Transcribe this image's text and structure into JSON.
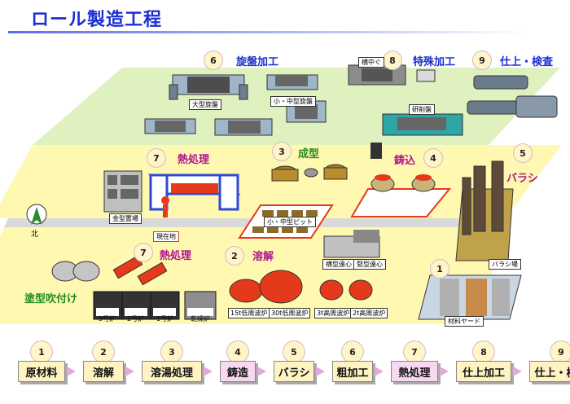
{
  "title": "ロール製造工程",
  "area_labels": {
    "lathe": "旋盤加工",
    "special": "特殊加工",
    "finish": "仕上・検査",
    "heat_upper": "熱処理",
    "molding": "成型",
    "casting": "鋳込",
    "barashi": "バラシ",
    "heat_lower": "熱処理",
    "melting": "溶解",
    "coating": "塗型吹付け"
  },
  "step_numbers": {
    "lathe": "6",
    "special": "8",
    "finish": "9",
    "heat_upper": "7",
    "molding": "3",
    "casting": "4",
    "barashi": "5",
    "heat_lower": "7",
    "melting": "2",
    "material": "1"
  },
  "equipment": {
    "large_lathe": "大型旋盤",
    "small_lathe": "小・中型旋盤",
    "lathe_tag": "横中ぐ",
    "grinder": "研削盤",
    "mold_stock": "金型置場",
    "current": "現在地",
    "small_pit": "小・中型ピット",
    "vertical_cent": "横型遠心",
    "horizontal_cent": "竪型遠心",
    "barashi_site": "バラシ場",
    "material_yard": "材料ヤード",
    "furnace5": "5号炉",
    "furnace2": "2号炉",
    "furnace1": "1号炉",
    "dryer": "乾燥炉",
    "ladle1": "15t低周波炉",
    "ladle2": "30t低周波炉",
    "ladle3": "3t高周波炉",
    "ladle4": "2t高周波炉",
    "north": "北"
  },
  "flow": [
    {
      "num": "1",
      "label": "原材料"
    },
    {
      "num": "2",
      "label": "溶解"
    },
    {
      "num": "3",
      "label": "溶湯処理"
    },
    {
      "num": "4",
      "label": "鋳造"
    },
    {
      "num": "5",
      "label": "バラシ"
    },
    {
      "num": "6",
      "label": "粗加工"
    },
    {
      "num": "7",
      "label": "熱処理"
    },
    {
      "num": "8",
      "label": "仕上加工"
    },
    {
      "num": "9",
      "label": "仕上・検査"
    }
  ],
  "colors": {
    "title": "#1c2fd0",
    "upper_floor": "#dff1bf",
    "middle_floor": "#fff8b0",
    "road": "#d9d9d9",
    "label_blue": "#1c2fd0",
    "label_magenta": "#b0168f",
    "label_green": "#1f8b1f"
  }
}
